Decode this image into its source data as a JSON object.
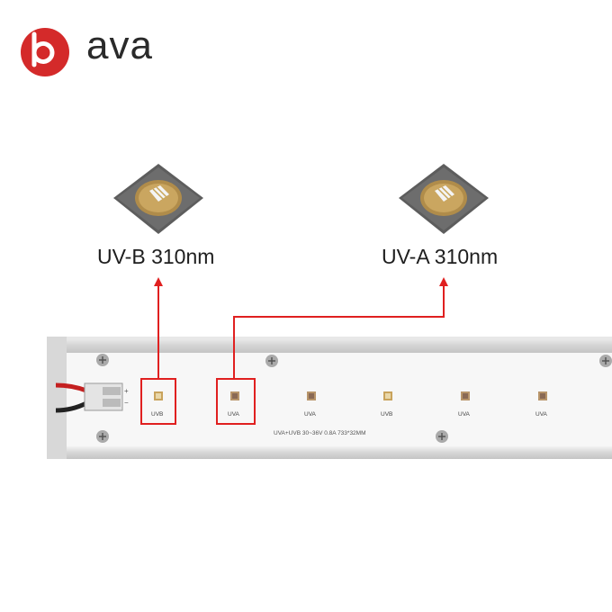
{
  "brand": {
    "name": "bava",
    "logo_letter": "b",
    "logo_rest": "ava",
    "logo_color": "#d42a2a"
  },
  "callouts": [
    {
      "id": "uvb",
      "label": "UV-B 310nm"
    },
    {
      "id": "uva",
      "label": "UV-A 310nm"
    }
  ],
  "strip": {
    "pcb_text": "UVA+UVB  30~36V 0.8A  733*32MM",
    "polarity_plus": "+",
    "polarity_minus": "−",
    "leds": [
      "UVB",
      "UVA",
      "UVA",
      "UVB",
      "UVA",
      "UVA"
    ]
  },
  "colors": {
    "highlight": "#e02020",
    "aluminium": "#dcdcdc",
    "pcb": "#fafafa"
  }
}
